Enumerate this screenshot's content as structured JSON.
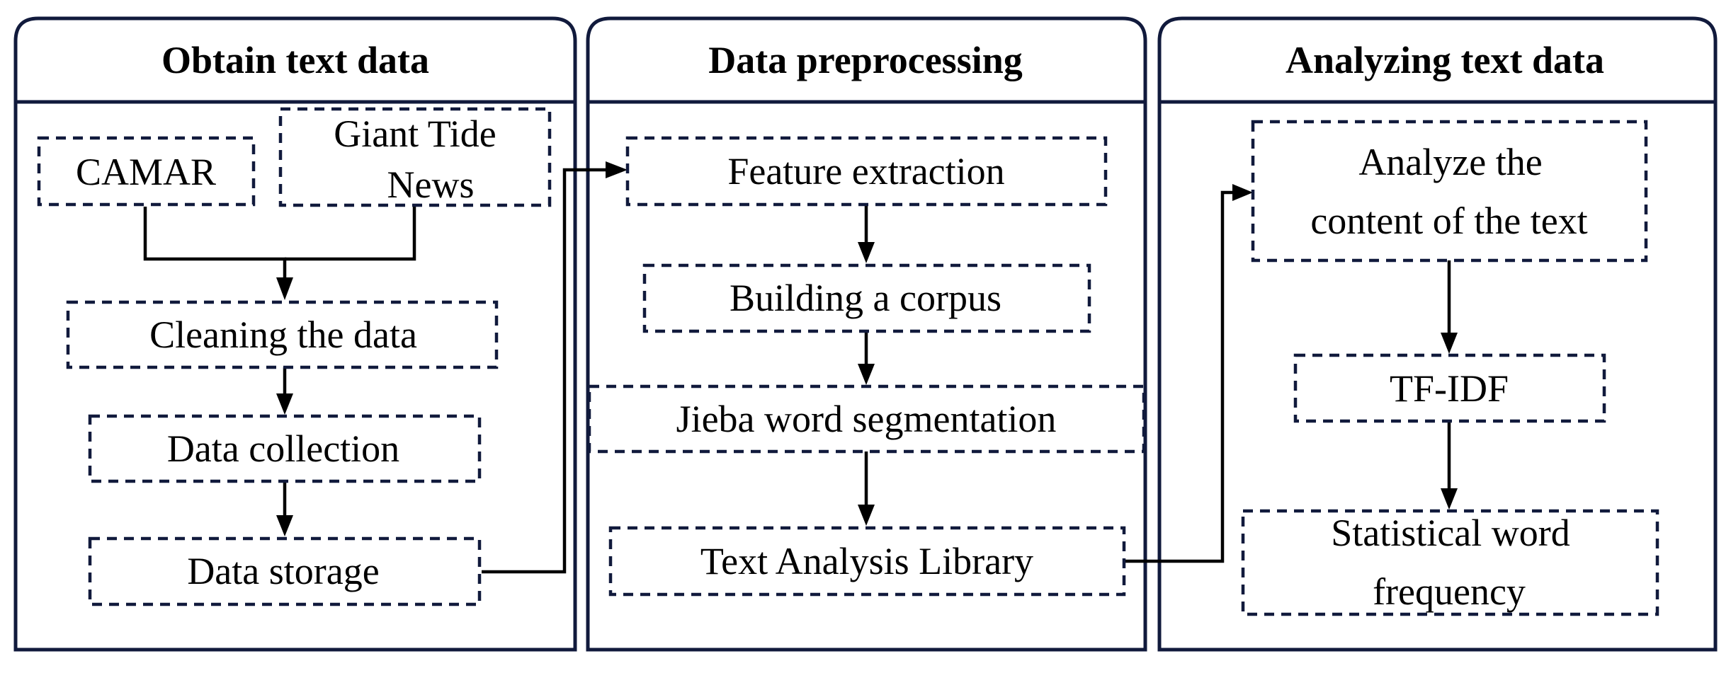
{
  "panels": [
    {
      "title": "Obtain text data",
      "nodes": [
        {
          "id": "camar",
          "lines": [
            "CAMAR"
          ]
        },
        {
          "id": "giant-tide-news",
          "lines": [
            "Giant Tide",
            "News"
          ]
        },
        {
          "id": "cleaning",
          "lines": [
            "Cleaning the data"
          ]
        },
        {
          "id": "collection",
          "lines": [
            "Data collection"
          ]
        },
        {
          "id": "storage",
          "lines": [
            "Data storage"
          ]
        }
      ]
    },
    {
      "title": "Data preprocessing",
      "nodes": [
        {
          "id": "feature-extraction",
          "lines": [
            "Feature extraction"
          ]
        },
        {
          "id": "corpus",
          "lines": [
            "Building a corpus"
          ]
        },
        {
          "id": "jieba",
          "lines": [
            "Jieba word segmentation"
          ]
        },
        {
          "id": "library",
          "lines": [
            "Text Analysis Library"
          ]
        }
      ]
    },
    {
      "title": "Analyzing text data",
      "nodes": [
        {
          "id": "analyze-content",
          "lines": [
            "Analyze the",
            "content of the text"
          ]
        },
        {
          "id": "tfidf",
          "lines": [
            "TF-IDF"
          ]
        },
        {
          "id": "word-frequency",
          "lines": [
            "Statistical word",
            "frequency"
          ]
        }
      ]
    }
  ],
  "edges": [
    {
      "from": "camar",
      "to": "cleaning"
    },
    {
      "from": "giant-tide-news",
      "to": "cleaning"
    },
    {
      "from": "cleaning",
      "to": "collection"
    },
    {
      "from": "collection",
      "to": "storage"
    },
    {
      "from": "storage",
      "to": "feature-extraction"
    },
    {
      "from": "feature-extraction",
      "to": "corpus"
    },
    {
      "from": "corpus",
      "to": "jieba"
    },
    {
      "from": "jieba",
      "to": "library"
    },
    {
      "from": "library",
      "to": "analyze-content"
    },
    {
      "from": "analyze-content",
      "to": "tfidf"
    },
    {
      "from": "tfidf",
      "to": "word-frequency"
    }
  ]
}
